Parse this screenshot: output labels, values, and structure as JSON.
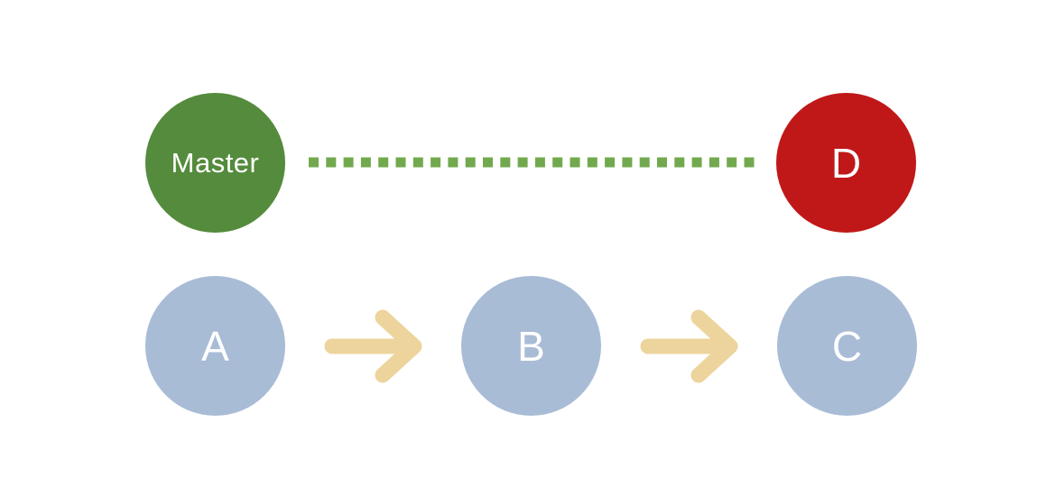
{
  "diagram": {
    "background_color": "#ffffff",
    "label_color": "#ffffff",
    "nodes": [
      {
        "id": "master",
        "label": "Master",
        "shape": "circle",
        "color": "#548b3c",
        "row": "top"
      },
      {
        "id": "d",
        "label": "D",
        "shape": "circle",
        "color": "#c01818",
        "row": "top"
      },
      {
        "id": "a",
        "label": "A",
        "shape": "circle",
        "color": "#a9bcd6",
        "row": "bottom"
      },
      {
        "id": "b",
        "label": "B",
        "shape": "circle",
        "color": "#a9bcd6",
        "row": "bottom"
      },
      {
        "id": "c",
        "label": "C",
        "shape": "circle",
        "color": "#a9bcd6",
        "row": "bottom"
      }
    ],
    "edges": [
      {
        "from": "Master",
        "to": "D",
        "style": "dotted-line",
        "color": "#72a94f"
      },
      {
        "from": "A",
        "to": "B",
        "style": "arrow",
        "color": "#ecd49c"
      },
      {
        "from": "B",
        "to": "C",
        "style": "arrow",
        "color": "#ecd49c"
      }
    ]
  }
}
